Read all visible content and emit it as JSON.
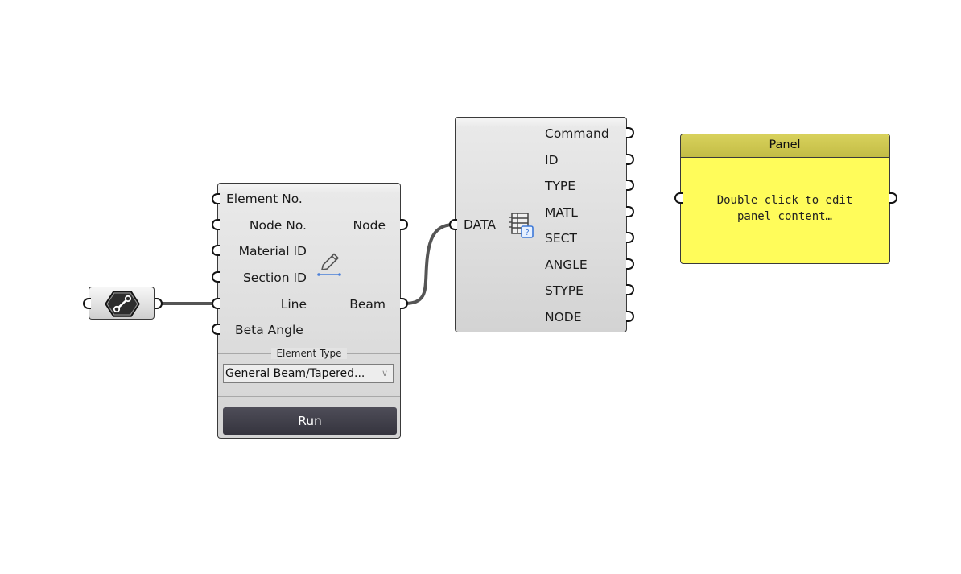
{
  "source_param": {
    "icon": "line-param-hex-icon"
  },
  "element_component": {
    "inputs": [
      "Element No.",
      "Node No.",
      "Material ID",
      "Section ID",
      "Line",
      "Beta Angle"
    ],
    "outputs": [
      "Node",
      "Beam"
    ],
    "center_icon": "pencil-icon",
    "group_title": "Element Type",
    "dropdown_value": "General Beam/Tapered...",
    "run_label": "Run"
  },
  "data_component": {
    "input": "DATA",
    "center_icon": "data-table-icon",
    "outputs": [
      "Command",
      "ID",
      "TYPE",
      "MATL",
      "SECT",
      "ANGLE",
      "STYPE",
      "NODE"
    ]
  },
  "panel": {
    "title": "Panel",
    "content_line1": "Double click to edit",
    "content_line2": "panel content…"
  },
  "colors": {
    "canvas": "#ffffff",
    "component_body": "#dddddd",
    "panel_body": "#fffc5a",
    "panel_header": "#c9c34c",
    "run_button": "#3f3e48",
    "wire": "#555555"
  }
}
